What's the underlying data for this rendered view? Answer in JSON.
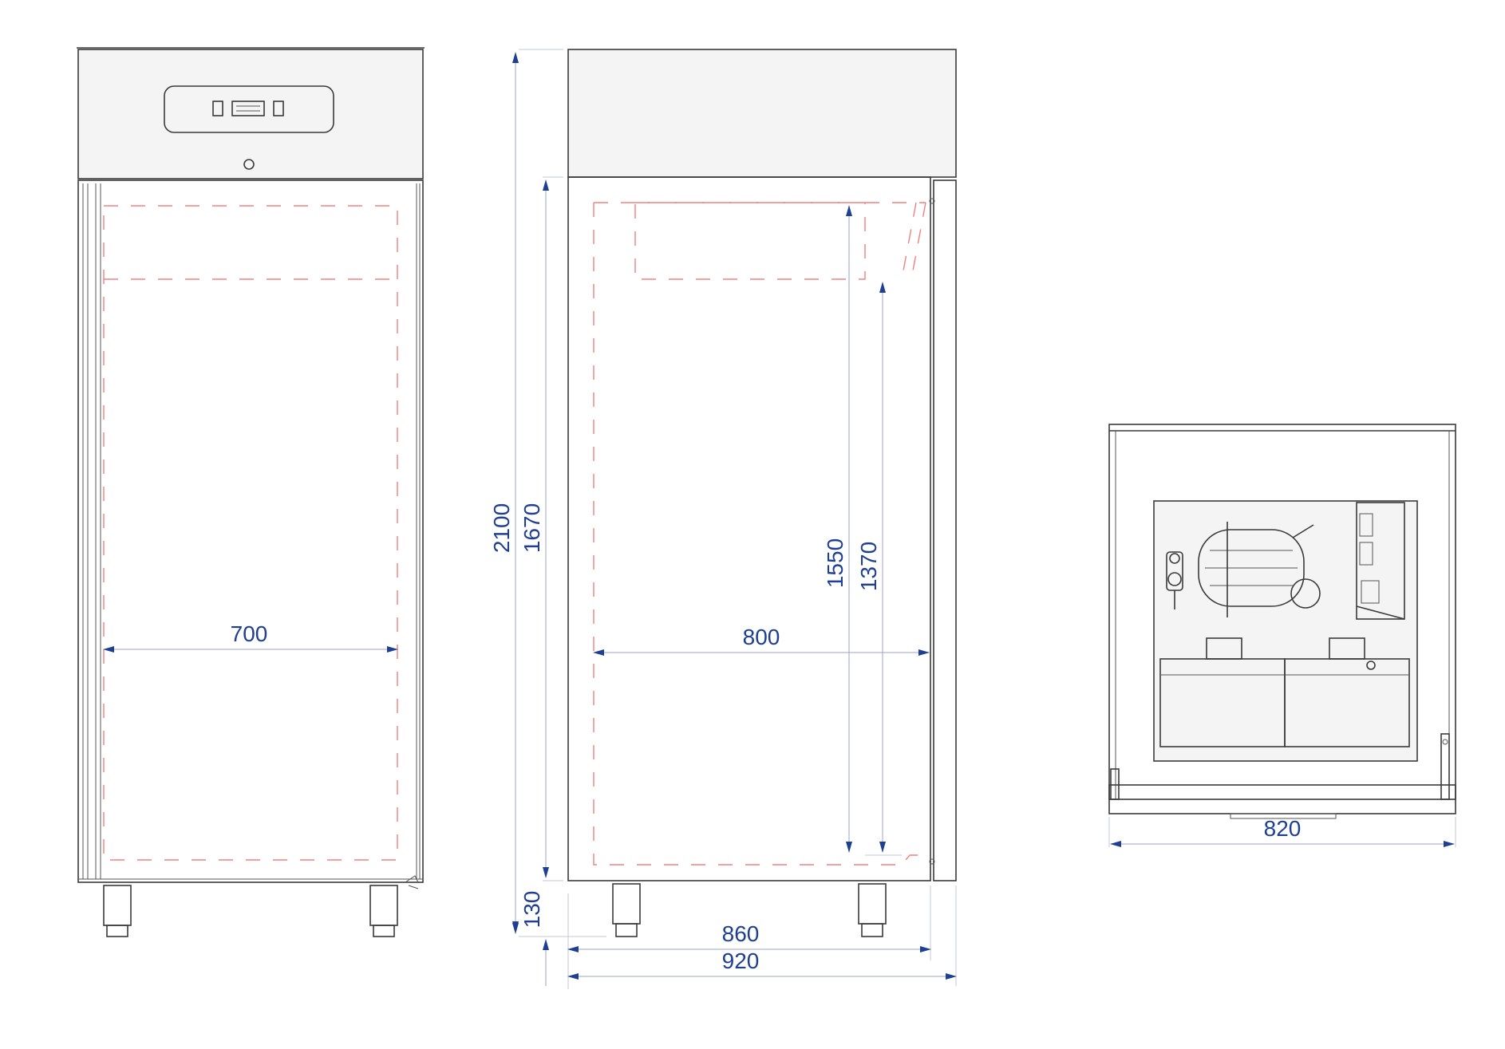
{
  "colors": {
    "dimension": "#1f3f95",
    "dimension_line": "#9aa6c8",
    "outline": "#3a3a3a",
    "internal_dashed": "#f08080"
  },
  "dimensions": {
    "front_inner_width": "700",
    "side_total_height": "2100",
    "side_cabinet_height": "1670",
    "side_inner_height": "1550",
    "side_shelf_height": "1370",
    "side_inner_depth": "800",
    "side_leg_height": "130",
    "side_body_depth": "860",
    "side_total_depth": "920",
    "top_width": "820"
  }
}
